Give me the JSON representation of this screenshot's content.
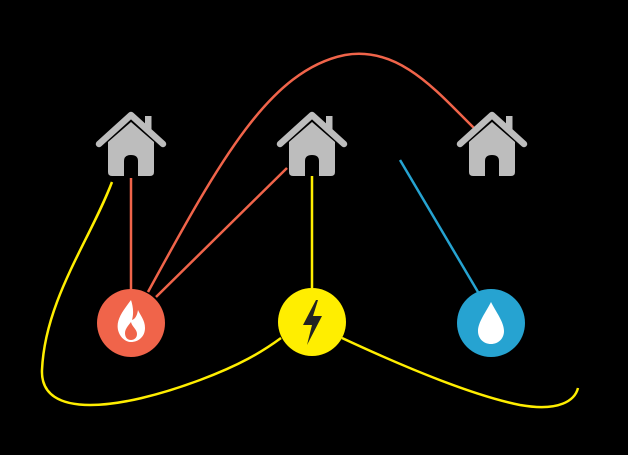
{
  "puzzle": {
    "background": "#000000",
    "houses": [
      {
        "id": "house-1",
        "icon": "house-icon",
        "color": "#bdbdbd"
      },
      {
        "id": "house-2",
        "icon": "house-icon",
        "color": "#bdbdbd"
      },
      {
        "id": "house-3",
        "icon": "house-icon",
        "color": "#bdbdbd"
      }
    ],
    "utilities": [
      {
        "id": "gas",
        "icon": "flame-icon",
        "color": "#f0644a"
      },
      {
        "id": "electricity",
        "icon": "lightning-bolt-icon",
        "color": "#ffee00"
      },
      {
        "id": "water",
        "icon": "water-drop-icon",
        "color": "#26a3d1"
      }
    ],
    "connections": [
      {
        "from": "gas",
        "to": "house-1",
        "color": "#f0644a"
      },
      {
        "from": "gas",
        "to": "house-2",
        "color": "#f0644a"
      },
      {
        "from": "gas",
        "to": "house-3",
        "color": "#f0644a"
      },
      {
        "from": "electricity",
        "to": "house-1",
        "color": "#ffee00"
      },
      {
        "from": "electricity",
        "to": "house-2",
        "color": "#ffee00"
      },
      {
        "from": "electricity",
        "to": "house-3",
        "color": "#ffee00"
      },
      {
        "from": "water",
        "to": "house-3",
        "color": "#26a3d1"
      }
    ]
  }
}
